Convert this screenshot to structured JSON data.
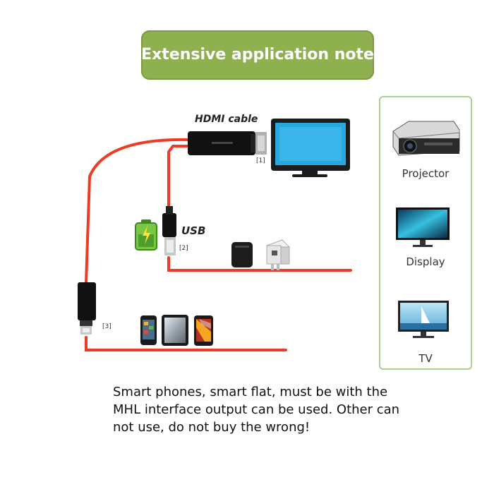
{
  "header": {
    "title": "Extensive application note"
  },
  "labels": {
    "hdmi_cable": "HDMI cable",
    "usb": "USB",
    "port_1": "[1]",
    "port_2": "[2]",
    "port_3": "[3]"
  },
  "devices": [
    {
      "label": "Projector",
      "icon": "projector-icon"
    },
    {
      "label": "Display",
      "icon": "display-icon"
    },
    {
      "label": "TV",
      "icon": "tv-icon"
    }
  ],
  "note_lines": [
    "Smart phones, smart flat, must be with the",
    "MHL interface output can be used. Other can",
    "not use, do not buy the wrong!"
  ],
  "colors": {
    "banner": "#8fb04f",
    "cable": "#ee3b24",
    "panel_border": "#a9d08e"
  }
}
